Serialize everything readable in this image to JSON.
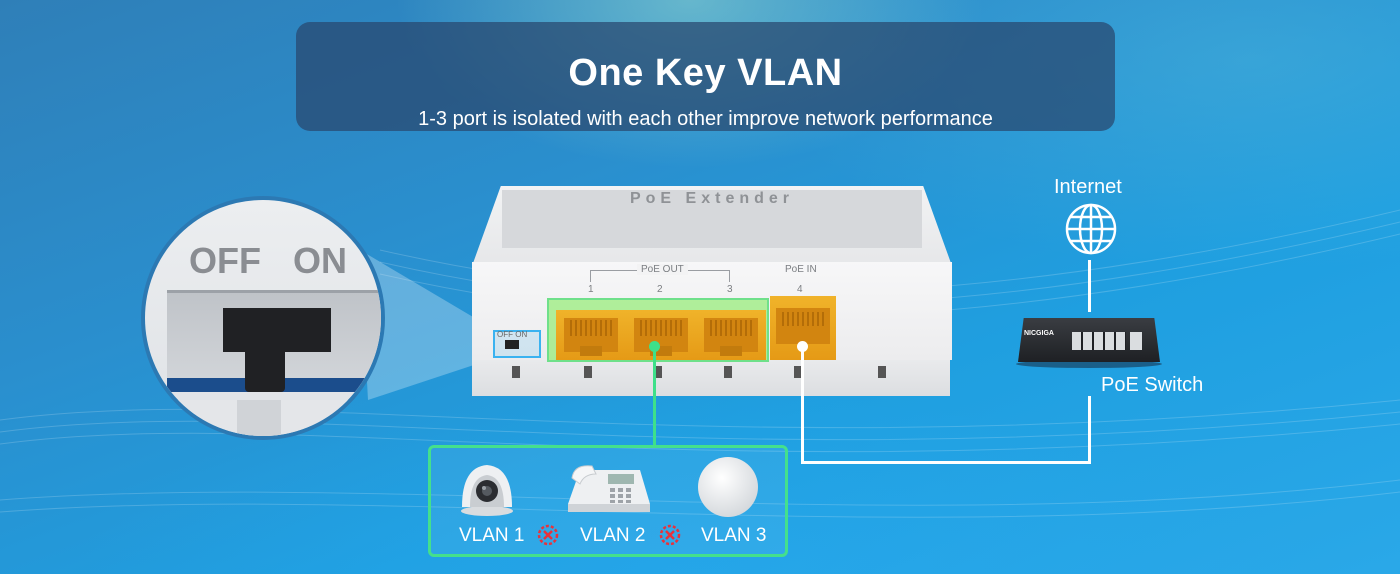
{
  "header": {
    "title": "One Key VLAN",
    "subtitle": "1-3 port is isolated with each other improve network performance"
  },
  "zoom": {
    "off_label": "OFF",
    "on_label": "ON"
  },
  "device": {
    "brand": "PoE Extender",
    "switch_text": "OFF ON",
    "poe_out_label": "PoE OUT",
    "poe_in_label": "PoE IN",
    "port_numbers": [
      "1",
      "2",
      "3",
      "4"
    ]
  },
  "network": {
    "internet_label": "Internet",
    "switch_label": "PoE Switch",
    "switch_brand": "NICGIGA"
  },
  "vlans": [
    {
      "label": "VLAN 1",
      "icon": "dome-camera-icon"
    },
    {
      "label": "VLAN 2",
      "icon": "desk-phone-icon"
    },
    {
      "label": "VLAN 3",
      "icon": "access-point-icon"
    }
  ],
  "colors": {
    "vlan_accent": "#44e08c",
    "port_orange": "#f0b32a",
    "isolation_red": "#e8323c",
    "header_bg": "#28466e"
  }
}
